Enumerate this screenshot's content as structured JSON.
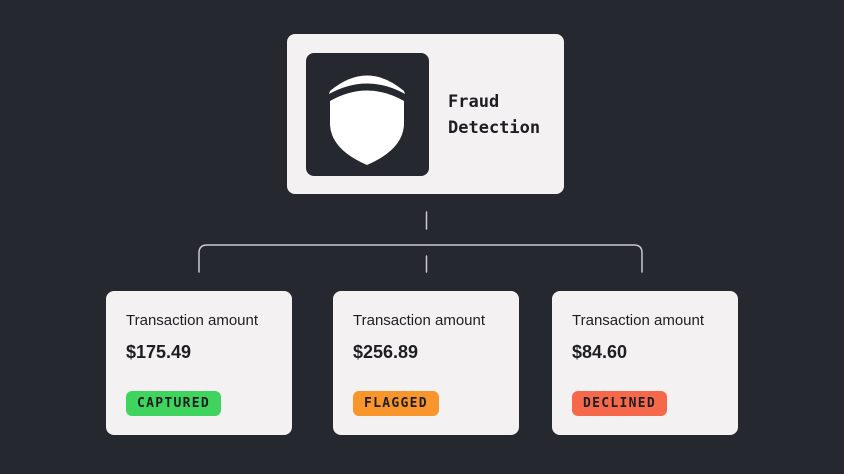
{
  "root": {
    "title_line1": "Fraud",
    "title_line2": "Detection",
    "icon": "shield-icon"
  },
  "transactions": [
    {
      "label": "Transaction amount",
      "amount": "$175.49",
      "status": "CAPTURED",
      "status_color": "#3fd45d"
    },
    {
      "label": "Transaction amount",
      "amount": "$256.89",
      "status": "FLAGGED",
      "status_color": "#f8952b"
    },
    {
      "label": "Transaction amount",
      "amount": "$84.60",
      "status": "DECLINED",
      "status_color": "#f5694a"
    }
  ],
  "colors": {
    "background": "#262830",
    "card": "#f3f1f2",
    "text": "#1d1e24",
    "connector": "#c9c9cf"
  }
}
